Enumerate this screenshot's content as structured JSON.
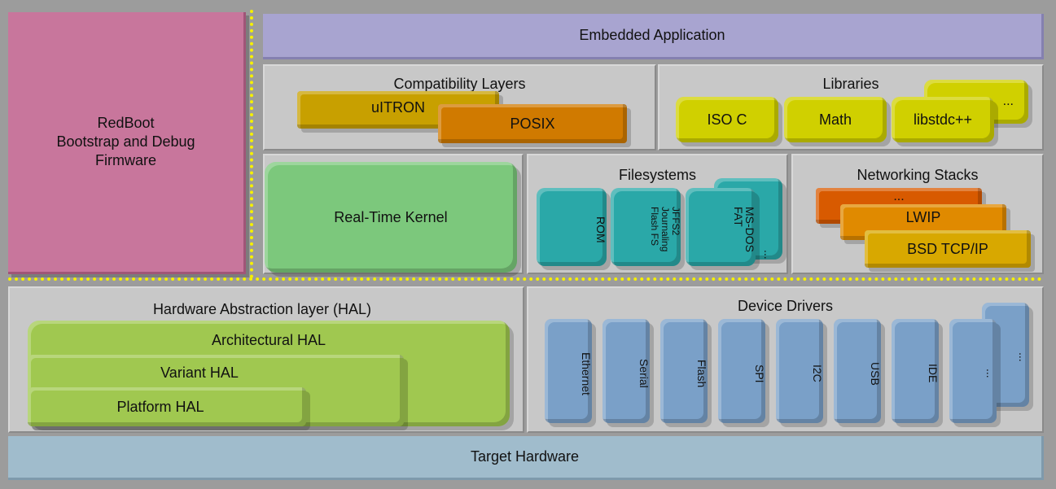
{
  "redboot": {
    "line1": "RedBoot",
    "line2": "Bootstrap and Debug",
    "line3": "Firmware"
  },
  "app": {
    "label": "Embedded Application"
  },
  "compat": {
    "title": "Compatibility Layers",
    "uitron": "uITRON",
    "posix": "POSIX"
  },
  "libraries": {
    "title": "Libraries",
    "isoc": "ISO C",
    "math": "Math",
    "libstdc": "libstdc++",
    "more": "..."
  },
  "kernel": {
    "label": "Real-Time Kernel"
  },
  "filesystems": {
    "title": "Filesystems",
    "rom": "ROM",
    "jffs2": "JFFS2\nJournaling\nFlash FS",
    "msdos": "MS-DOS\nFAT",
    "more": "..."
  },
  "networking": {
    "title": "Networking Stacks",
    "more": "...",
    "lwip": "LWIP",
    "bsd": "BSD TCP/IP"
  },
  "hal": {
    "title": "Hardware Abstraction layer (HAL)",
    "arch": "Architectural HAL",
    "variant": "Variant HAL",
    "platform": "Platform HAL"
  },
  "drivers": {
    "title": "Device Drivers",
    "items": [
      "Ethernet",
      "Serial",
      "Flash",
      "SPI",
      "I2C",
      "USB",
      "IDE",
      "...",
      "..."
    ]
  },
  "target": {
    "label": "Target Hardware"
  },
  "colors": {
    "redboot": "#c8769c",
    "app": "#a8a4d0",
    "uitron": "#c8a000",
    "posix": "#d07a00",
    "library": "#d0d000",
    "kernel": "#7cc87c",
    "fs": "#2aa8a8",
    "net_top": "#d85a00",
    "net_mid": "#e08a00",
    "net_bot": "#d8a800",
    "hal": "#a0c850",
    "driver": "#7aa0c8",
    "target": "#a0bccc",
    "separator": "#f5f000"
  }
}
